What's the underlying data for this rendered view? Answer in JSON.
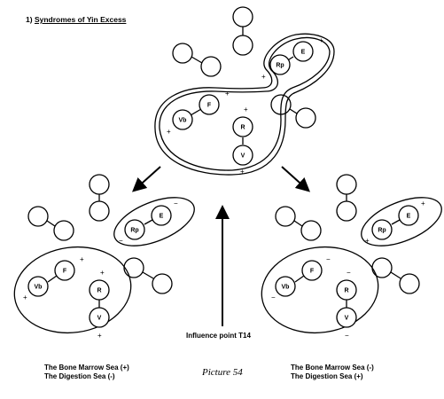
{
  "heading": {
    "number": "1)",
    "title": "Syndromes of Yin Excess"
  },
  "influence_label": "Influence point T14",
  "picture_label": "Picture 54",
  "caption_left": {
    "line1": "The Bone Marrow Sea (+)",
    "line2": "The Digestion Sea (-)"
  },
  "caption_right": {
    "line1": "The Bone Marrow Sea (-)",
    "line2": "The Digestion Sea (+)"
  },
  "nodes": {
    "vb": "Vb",
    "f": "F",
    "r": "R",
    "v": "V",
    "rp": "Rp",
    "e": "E"
  },
  "signs": {
    "plus": "+",
    "minus": "−"
  }
}
